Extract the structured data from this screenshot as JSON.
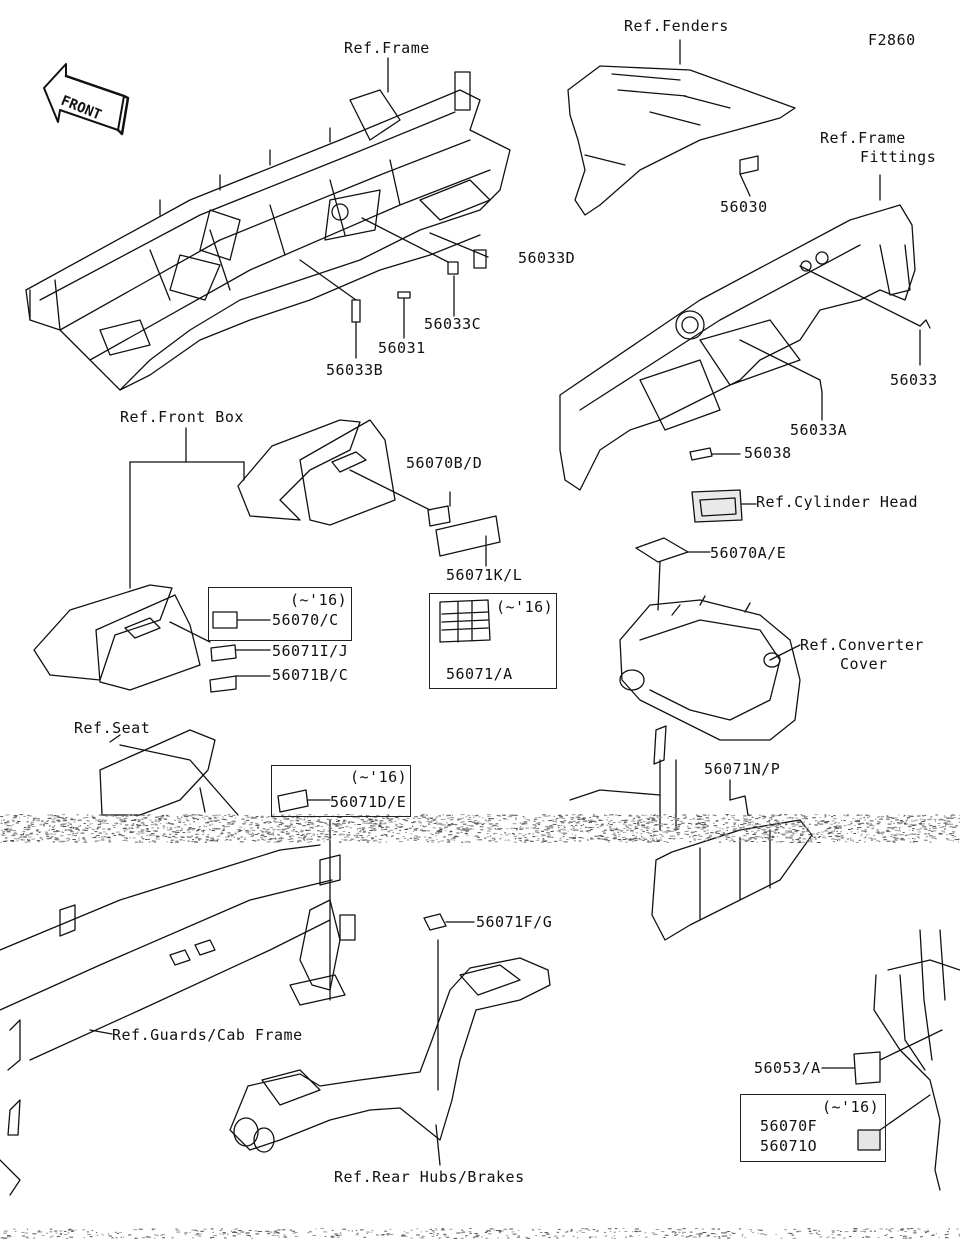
{
  "diagram_id": "F2860",
  "front_badge": "FRONT",
  "refs": {
    "frame": "Ref.Frame",
    "fenders": "Ref.Fenders",
    "frame_fittings_1": "Ref.Frame",
    "frame_fittings_2": "Fittings",
    "front_box": "Ref.Front Box",
    "cylinder_head": "Ref.Cylinder Head",
    "converter_cover_1": "Ref.Converter",
    "converter_cover_2": "Cover",
    "seat": "Ref.Seat",
    "guards_cab_frame": "Ref.Guards/Cab Frame",
    "rear_hubs_brakes": "Ref.Rear Hubs/Brakes"
  },
  "parts": {
    "p56030": "56030",
    "p56033D": "56033D",
    "p56033C": "56033C",
    "p56031": "56031",
    "p56033B": "56033B",
    "p56033": "56033",
    "p56033A": "56033A",
    "p56038": "56038",
    "p56070B_D": "56070B/D",
    "p56071K_L": "56071K/L",
    "p56070A_E": "56070A/E",
    "p56070_C": "56070/C",
    "p56071I_J": "56071I/J",
    "p56071B_C": "56071B/C",
    "p56071_A": "56071/A",
    "p56071D_E": "56071D/E",
    "p56071N_P": "56071N/P",
    "p56071F_G": "56071F/G",
    "p56053_A": "56053/A",
    "p56070F": "56070F",
    "p56071O": "56071O"
  },
  "year_note": "(~'16)"
}
